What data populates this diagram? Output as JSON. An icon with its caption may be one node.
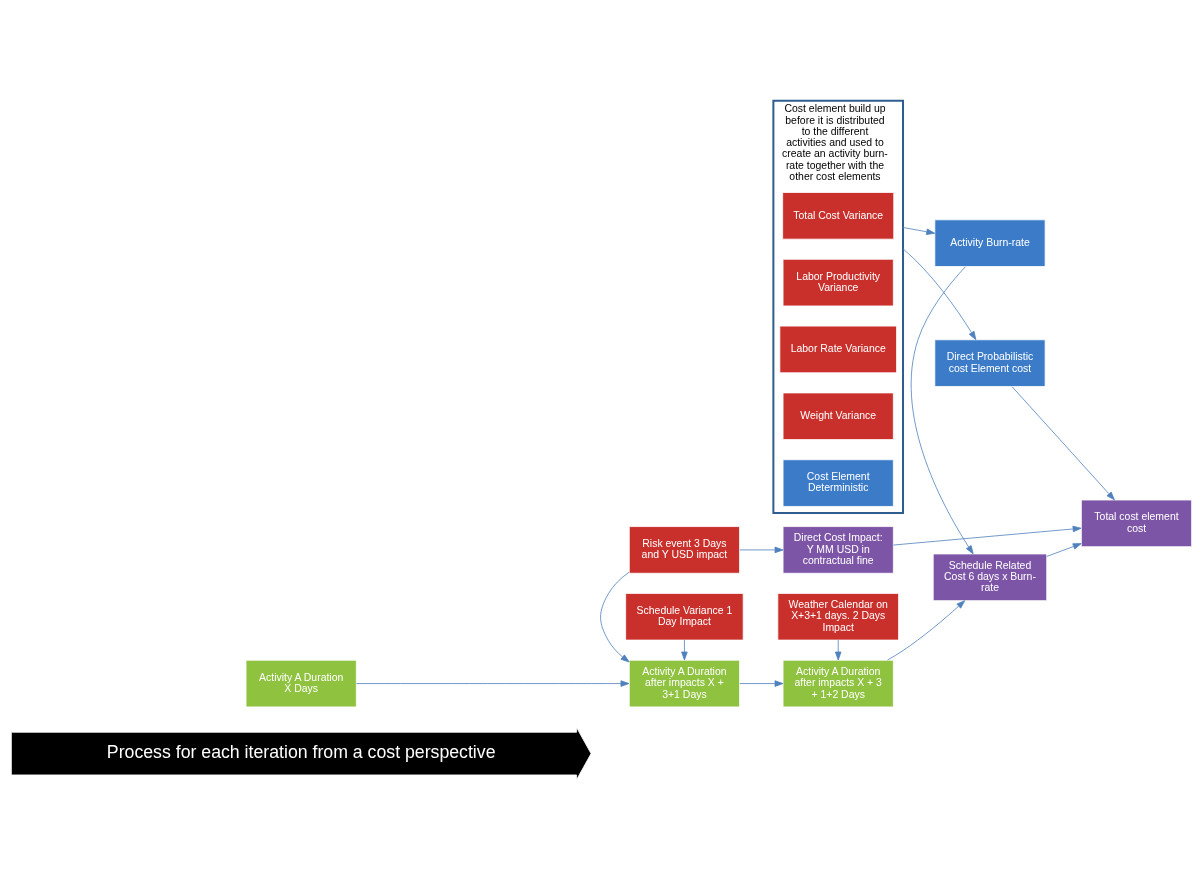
{
  "diagram": {
    "nodes": [
      {
        "text": [
          "Process for each iteration from a cost perspective"
        ]
      },
      {
        "text": [
          "Cost element build up before it is distributed to the different activities and used to create an activity burn-rate together with the other cost elements"
        ]
      },
      {
        "text": [
          "Total Cost Variance"
        ],
        "in": 1
      },
      {
        "text": [
          "Labor Productivity Variance"
        ],
        "in": 1
      },
      {
        "text": [
          "Labor Rate Variance"
        ],
        "in": 1
      },
      {
        "text": [
          "Weight Variance"
        ],
        "in": 1
      },
      {
        "text": [
          "Cost Element Deterministic"
        ],
        "in": 1
      },
      {
        "text": [
          "Activity Burn-rate"
        ]
      },
      {
        "text": [
          "Schedule Variance 1 Day Impact"
        ]
      },
      {
        "text": [
          "Weather Calendar on X+3+1 days. 2 Days Impact"
        ]
      },
      {
        "text": [
          "Activity A Duration X Days"
        ]
      },
      {
        "text": [
          "Activity A Duration after impacts X + 3+1 Days"
        ]
      },
      {
        "text": [
          "Activity A Duration after impacts X + 3 + 1+2 Days"
        ]
      },
      {
        "text": [
          "Schedule Related Cost 6 days x Burn-rate"
        ]
      },
      {
        "text": [
          "Risk event 3 Days and Y USD impact"
        ]
      },
      {
        "text": [
          "Direct Cost Impact: Y MM USD in contractual fine"
        ]
      },
      {
        "text": [
          "Direct Probabilistic cost Element cost"
        ]
      },
      {
        "text": [
          "Total cost element cost"
        ]
      }
    ],
    "edges": [
      {
        "from": 1,
        "to": 7,
        "arrow": "to"
      },
      {
        "from": 7,
        "to": 13,
        "arrow": "to"
      },
      {
        "from": 8,
        "to": 11,
        "arrow": "to"
      },
      {
        "from": 9,
        "to": 12,
        "arrow": "to"
      },
      {
        "from": 10,
        "to": 11,
        "arrow": "to"
      },
      {
        "from": 11,
        "to": 12,
        "arrow": "to"
      },
      {
        "from": 12,
        "to": 13,
        "arrow": "to"
      },
      {
        "from": 14,
        "to": 11,
        "arrow": "to"
      },
      {
        "from": 14,
        "to": 15,
        "arrow": "to"
      },
      {
        "from": 13,
        "to": 17,
        "arrow": "to"
      },
      {
        "from": 15,
        "to": 17,
        "arrow": "to"
      },
      {
        "from": 1,
        "to": 16,
        "arrow": "to"
      },
      {
        "from": 16,
        "to": 17,
        "arrow": "to"
      }
    ]
  }
}
